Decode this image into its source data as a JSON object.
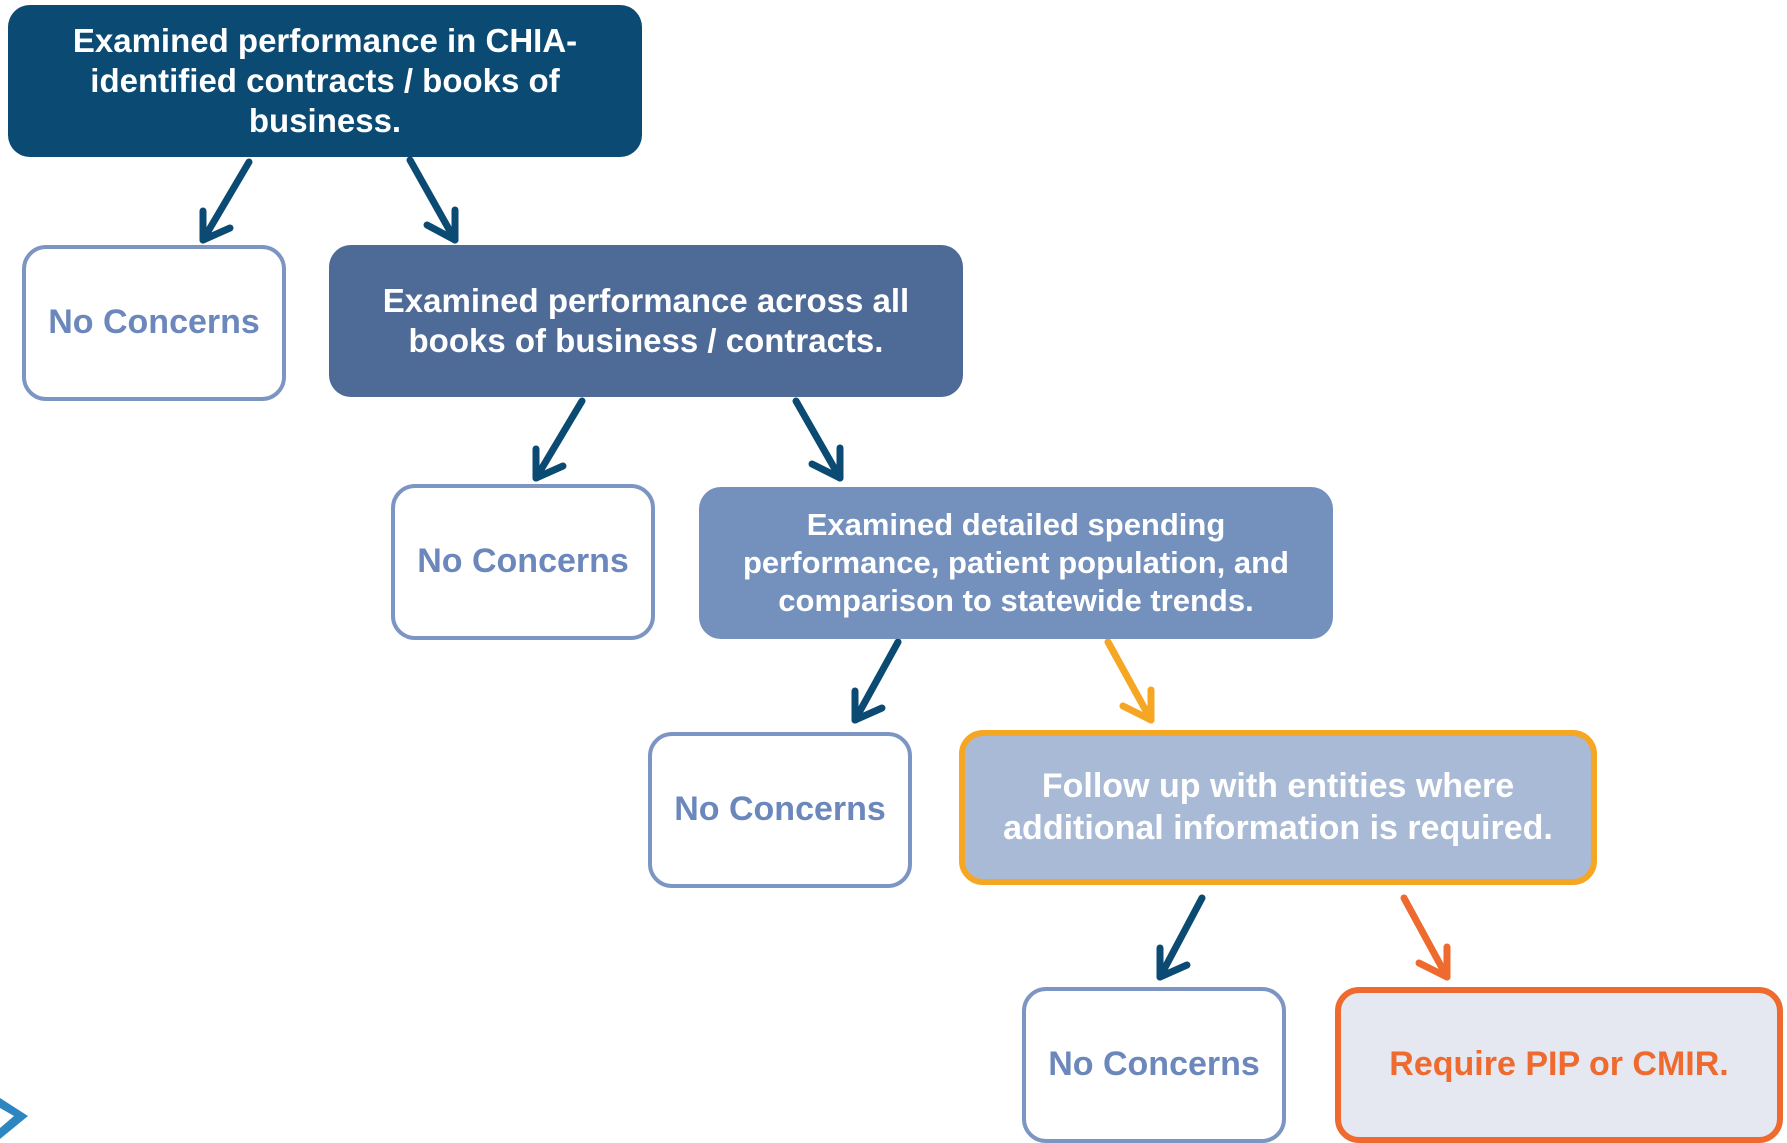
{
  "steps": [
    {
      "text": "Examined performance in CHIA-identified contracts / books of business."
    },
    {
      "text": "Examined performance across all books of business / contracts."
    },
    {
      "text": "Examined detailed spending performance, patient population, and comparison to statewide trends."
    },
    {
      "text": "Follow up with entities where additional information is required."
    }
  ],
  "no_concerns": [
    {
      "text": "No Concerns"
    },
    {
      "text": "No Concerns"
    },
    {
      "text": "No Concerns"
    },
    {
      "text": "No Concerns"
    }
  ],
  "final": {
    "text": "Require PIP or CMIR."
  },
  "colors": {
    "step1": "#0b4a72",
    "step2": "#4e6a97",
    "step3": "#7490bd",
    "step4": "#a9bad6",
    "arrow_default": "#0b4a72",
    "arrow_followup": "#f5a623",
    "arrow_final": "#ee6a2f",
    "no_concerns_text": "#6b87bb",
    "final_text": "#ee6a2f"
  }
}
